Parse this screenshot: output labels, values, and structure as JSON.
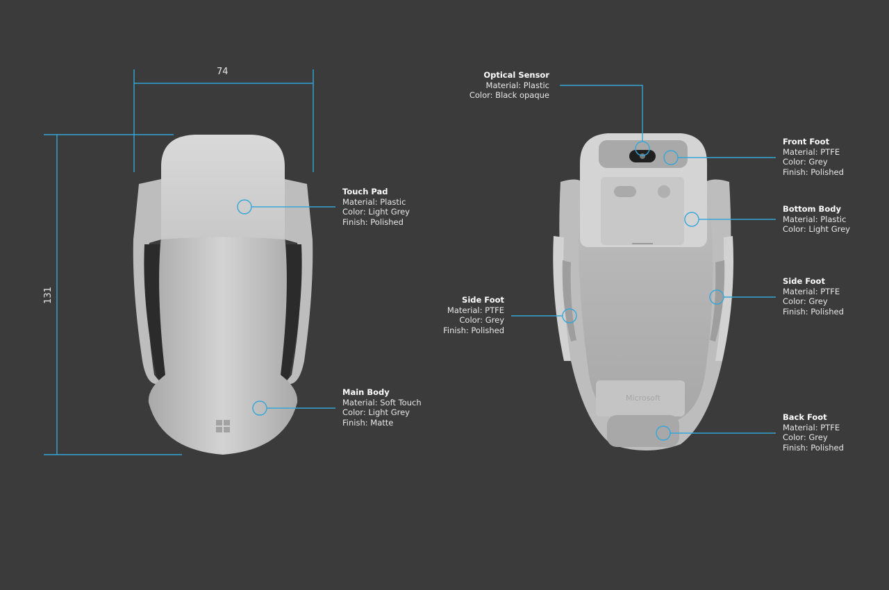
{
  "dimensions": {
    "width": "74",
    "height": "131"
  },
  "callouts": {
    "touch_pad": {
      "title": "Touch Pad",
      "lines": [
        "Material: Plastic",
        "Color: Light Grey",
        "Finish: Polished"
      ]
    },
    "main_body": {
      "title": "Main Body",
      "lines": [
        "Material: Soft Touch",
        "Color: Light Grey",
        "Finish: Matte"
      ]
    },
    "optical_sensor": {
      "title": "Optical Sensor",
      "lines": [
        "Material: Plastic",
        "Color: Black opaque"
      ]
    },
    "front_foot": {
      "title": "Front Foot",
      "lines": [
        "Material: PTFE",
        "Color: Grey",
        "Finish: Polished"
      ]
    },
    "bottom_body": {
      "title": "Bottom Body",
      "lines": [
        "Material: Plastic",
        "Color: Light Grey"
      ]
    },
    "side_foot_left": {
      "title": "Side Foot",
      "lines": [
        "Material: PTFE",
        "Color: Grey",
        "Finish: Polished"
      ]
    },
    "side_foot_right": {
      "title": "Side Foot",
      "lines": [
        "Material: PTFE",
        "Color: Grey",
        "Finish: Polished"
      ]
    },
    "back_foot": {
      "title": "Back Foot",
      "lines": [
        "Material: PTFE",
        "Color: Grey",
        "Finish: Polished"
      ]
    }
  },
  "bottom_logo_text": "Microsoft",
  "colors": {
    "background": "#3b3b3b",
    "accent_line": "#35a6d8",
    "device_light": "#cfcfcf"
  }
}
